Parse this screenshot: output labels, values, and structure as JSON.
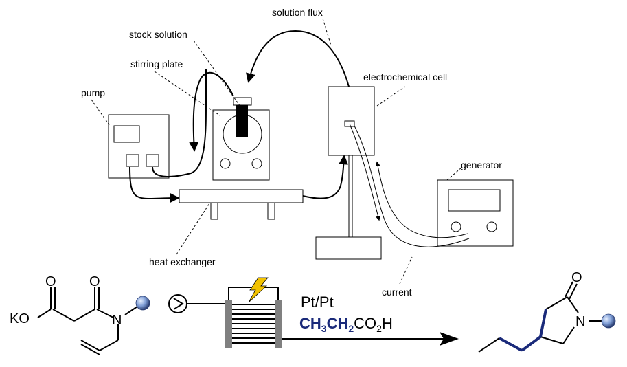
{
  "labels": {
    "solution_flux": "solution flux",
    "stock_solution": "stock solution",
    "stirring_plate": "stirring plate",
    "pump": "pump",
    "electrochemical_cell": "electrochemical cell",
    "generator": "generator",
    "heat_exchanger": "heat exchanger",
    "current": "current"
  },
  "reaction": {
    "substrate": {
      "ko": "KO",
      "o1": "O",
      "o2": "O",
      "n": "N"
    },
    "conditions": {
      "electrodes": "Pt/Pt",
      "reagent_c1": "CH",
      "reagent_s1": "3",
      "reagent_c2": "CH",
      "reagent_s2": "2",
      "reagent_rest": "CO",
      "reagent_s3": "2",
      "reagent_end": "H"
    },
    "product": {
      "o": "O",
      "n": "N"
    }
  },
  "colors": {
    "accent_blue": "#1a2a7a",
    "bolt_yellow": "#f2c200",
    "bead_blue": "#7f9ed6"
  }
}
